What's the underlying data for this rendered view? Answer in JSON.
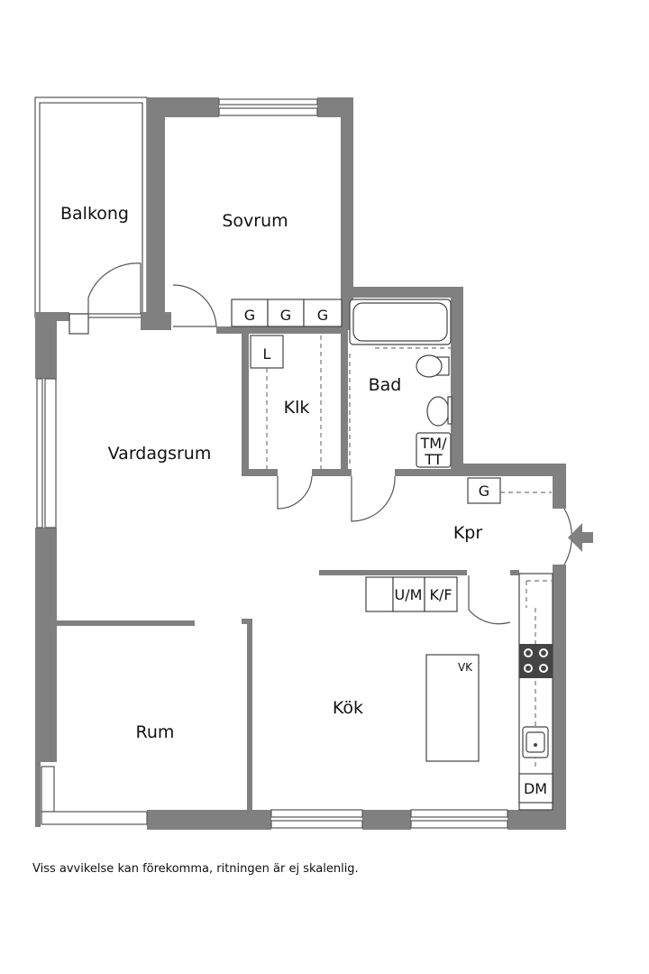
{
  "rooms": {
    "balkong": "Balkong",
    "sovrum": "Sovrum",
    "bad": "Bad",
    "klk": "Klk",
    "vardagsrum": "Vardagsrum",
    "kpr": "Kpr",
    "kok": "Kök",
    "rum": "Rum"
  },
  "fixtures": {
    "g": "G",
    "l": "L",
    "tm": "TM/",
    "tt": "TT",
    "um": "U/M",
    "kf": "K/F",
    "vk": "VK",
    "dm": "DM"
  },
  "disclaimer": "Viss avvikelse kan förekomma, ritningen är ej skalenlig.",
  "colors": {
    "wall": "#808080",
    "line": "#555555"
  }
}
